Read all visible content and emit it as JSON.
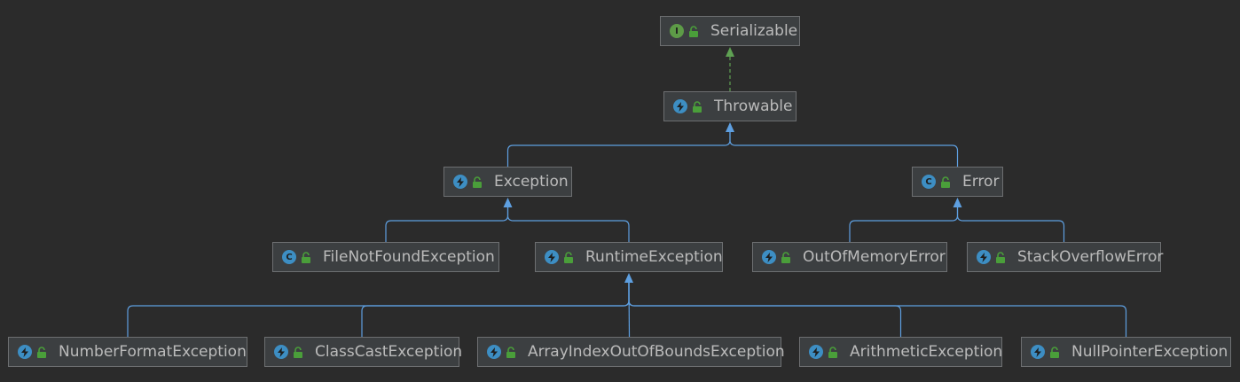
{
  "diagram": {
    "colors": {
      "background": "#2b2b2b",
      "node_fill": "#3c3f41",
      "node_border": "#6d6f71",
      "text": "#bbbbbb",
      "extends_edge": "#5e9fe0",
      "implements_edge": "#5fa153",
      "interface_icon": "#5d9b47",
      "class_icon": "#3d8ec3",
      "lock_icon": "#4a9e3a"
    },
    "nodes": [
      {
        "id": "serializable",
        "label": "Serializable",
        "kind": "interface",
        "icon": "interface-icon"
      },
      {
        "id": "throwable",
        "label": "Throwable",
        "kind": "exception",
        "icon": "exception-class-icon"
      },
      {
        "id": "exception",
        "label": "Exception",
        "kind": "exception",
        "icon": "exception-class-icon"
      },
      {
        "id": "error",
        "label": "Error",
        "kind": "class",
        "icon": "class-icon"
      },
      {
        "id": "filenotfound",
        "label": "FileNotFoundException",
        "kind": "class",
        "icon": "class-icon"
      },
      {
        "id": "runtime",
        "label": "RuntimeException",
        "kind": "exception",
        "icon": "exception-class-icon"
      },
      {
        "id": "oom",
        "label": "OutOfMemoryError",
        "kind": "exception",
        "icon": "exception-class-icon"
      },
      {
        "id": "soe",
        "label": "StackOverflowError",
        "kind": "exception",
        "icon": "exception-class-icon"
      },
      {
        "id": "numberformat",
        "label": "NumberFormatException",
        "kind": "exception",
        "icon": "exception-class-icon"
      },
      {
        "id": "classcast",
        "label": "ClassCastException",
        "kind": "exception",
        "icon": "exception-class-icon"
      },
      {
        "id": "arrayindex",
        "label": "ArrayIndexOutOfBoundsException",
        "kind": "exception",
        "icon": "exception-class-icon"
      },
      {
        "id": "arithmetic",
        "label": "ArithmeticException",
        "kind": "exception",
        "icon": "exception-class-icon"
      },
      {
        "id": "nullpointer",
        "label": "NullPointerException",
        "kind": "exception",
        "icon": "exception-class-icon"
      }
    ],
    "edges": [
      {
        "from": "throwable",
        "to": "serializable",
        "type": "implements"
      },
      {
        "from": "exception",
        "to": "throwable",
        "type": "extends"
      },
      {
        "from": "error",
        "to": "throwable",
        "type": "extends"
      },
      {
        "from": "filenotfound",
        "to": "exception",
        "type": "extends"
      },
      {
        "from": "runtime",
        "to": "exception",
        "type": "extends"
      },
      {
        "from": "oom",
        "to": "error",
        "type": "extends"
      },
      {
        "from": "soe",
        "to": "error",
        "type": "extends"
      },
      {
        "from": "numberformat",
        "to": "runtime",
        "type": "extends"
      },
      {
        "from": "classcast",
        "to": "runtime",
        "type": "extends"
      },
      {
        "from": "arrayindex",
        "to": "runtime",
        "type": "extends"
      },
      {
        "from": "arithmetic",
        "to": "runtime",
        "type": "extends"
      },
      {
        "from": "nullpointer",
        "to": "runtime",
        "type": "extends"
      }
    ]
  }
}
